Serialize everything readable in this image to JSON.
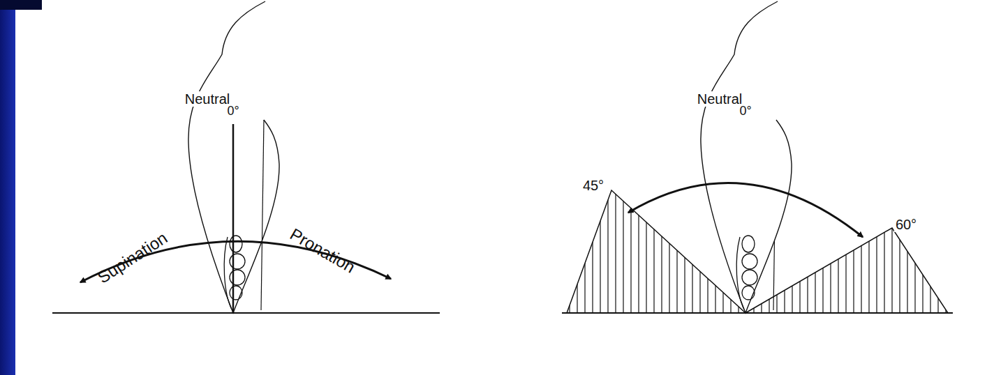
{
  "diagram": {
    "labels": [
      "Neutral",
      "0°",
      "Supination",
      "Pronation",
      "Neutral",
      "0°",
      "45°",
      "60°"
    ]
  }
}
